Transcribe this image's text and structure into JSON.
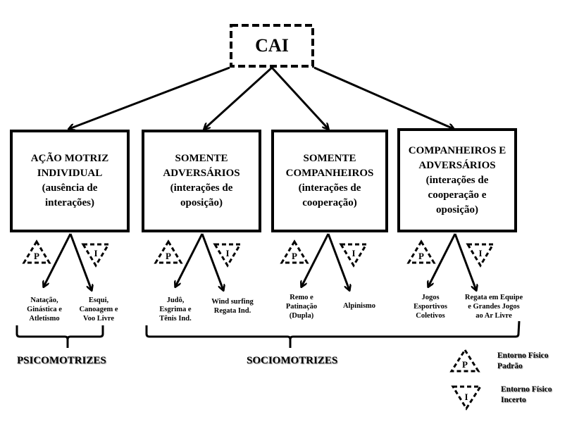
{
  "root": {
    "label": "CAI"
  },
  "categories": [
    {
      "title_lines": [
        "AÇÃO MOTRIZ",
        "INDIVIDUAL"
      ],
      "subtitle_lines": [
        "(ausência de",
        "interações)"
      ],
      "left_leaf": [
        "Natação,",
        "Ginástica e",
        "Atletismo"
      ],
      "right_leaf": [
        "Esqui,",
        "Canoagem e",
        "Voo Livre"
      ]
    },
    {
      "title_lines": [
        "SOMENTE",
        "ADVERSÁRIOS"
      ],
      "subtitle_lines": [
        "(interações de",
        "oposição)"
      ],
      "left_leaf": [
        "Judô,",
        "Esgrima e",
        "Tênis Ind."
      ],
      "right_leaf": [
        "Wind surfing",
        "Regata Ind."
      ]
    },
    {
      "title_lines": [
        "SOMENTE",
        "COMPANHEIROS"
      ],
      "subtitle_lines": [
        "(interações de",
        "cooperação)"
      ],
      "left_leaf": [
        "Remo e",
        "Patinação",
        "(Dupla)"
      ],
      "right_leaf": [
        "Alpinismo"
      ]
    },
    {
      "title_lines": [
        "COMPANHEIROS E",
        "ADVERSÁRIOS"
      ],
      "subtitle_lines": [
        "(interações de",
        "cooperação e",
        "oposição)"
      ],
      "left_leaf": [
        "Jogos",
        "Esportivos",
        "Coletivos"
      ],
      "right_leaf": [
        "Regata em Equipe",
        "e Grandes Jogos",
        "ao Ar Livre"
      ]
    }
  ],
  "triangle_labels": {
    "standard": "P",
    "uncertain": "I"
  },
  "groups": {
    "psychomotor": "PSICOMOTRIZES",
    "sociomotor": "SOCIOMOTRIZES"
  },
  "legend": {
    "standard": [
      "Entorno Físico",
      "Padrão"
    ],
    "uncertain": [
      "Entorno Físico",
      "Incerto"
    ]
  }
}
